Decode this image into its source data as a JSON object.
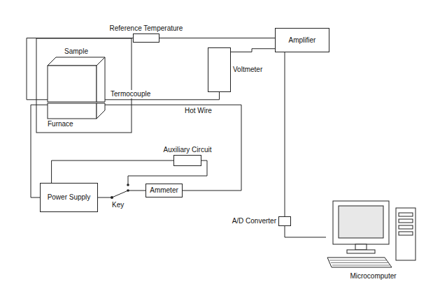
{
  "diagram": {
    "nodes": [
      {
        "text": [
          "Reference Temperature"
        ]
      },
      {
        "text": [
          "Amplifier"
        ]
      },
      {
        "text": [
          "Voltmeter"
        ]
      },
      {
        "text": [
          "Sample"
        ]
      },
      {
        "text": [
          "Furnace"
        ]
      },
      {
        "text": [
          "Auxiliary Circuit"
        ]
      },
      {
        "text": [
          "Power Supply"
        ]
      },
      {
        "text": [
          "Ammeter"
        ]
      },
      {
        "text": [
          "A/D Converter"
        ]
      },
      {
        "text": [
          "Microcomputer"
        ]
      }
    ],
    "edges": [
      {
        "from": 3,
        "to": 0,
        "arrow": "none"
      },
      {
        "from": 0,
        "to": 1,
        "arrow": "none"
      },
      {
        "from": 3,
        "to": 2,
        "arrow": "none"
      },
      {
        "from": 2,
        "to": 1,
        "arrow": "none"
      },
      {
        "from": 1,
        "to": 8,
        "arrow": "none"
      },
      {
        "from": 8,
        "to": 9,
        "arrow": "none"
      },
      {
        "from": 6,
        "to": 4,
        "arrow": "none"
      },
      {
        "from": 7,
        "to": 4,
        "arrow": "none"
      },
      {
        "from": 6,
        "to": 5,
        "arrow": "none"
      },
      {
        "from": 6,
        "to": 7,
        "arrow": "none"
      }
    ],
    "labels": [
      "Termocouple",
      "Hot Wire",
      "Key"
    ]
  }
}
